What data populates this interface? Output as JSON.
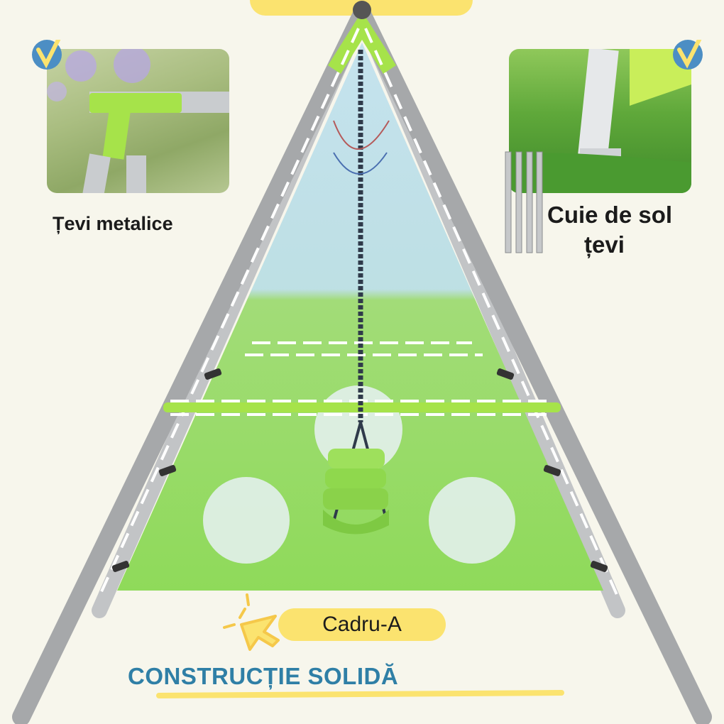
{
  "labels": {
    "metal_pipes": "Țevi metalice",
    "ground_stakes_line1": "Cuie de sol",
    "ground_stakes_line2": "țevi",
    "frame": "Cadru-A",
    "headline": "CONSTRUCȚIE SOLIDĂ"
  },
  "colors": {
    "background": "#f7f6ec",
    "accent_yellow": "#fbe36f",
    "frame_gray": "#a6a8aa",
    "frame_green": "#a6e34a",
    "net_green": "#7fd957",
    "headline_blue": "#2f7fa6",
    "check_blue": "#4c8ec4"
  },
  "icons": {
    "check": "checkmark-badge-icon",
    "pointer": "hand-pointer-icon"
  }
}
